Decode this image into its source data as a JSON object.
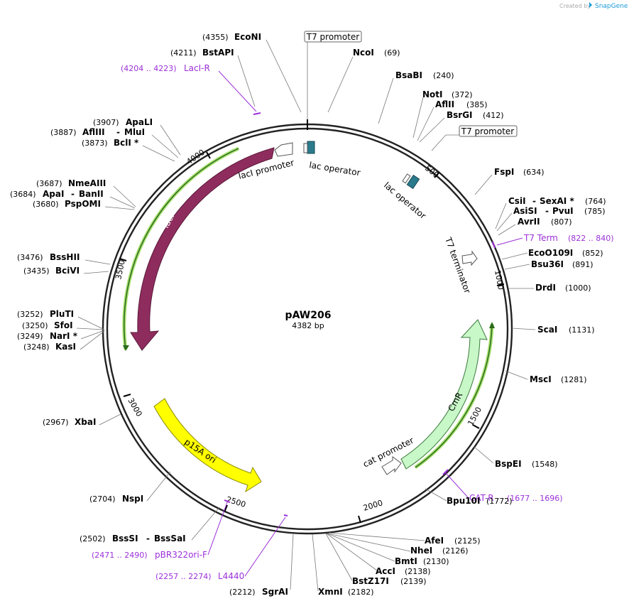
{
  "brand": {
    "text": "Created by",
    "name": "SnapGene",
    "color": "#1a9ad6"
  },
  "plasmid": {
    "name": "pAW206",
    "size": "4382 bp"
  },
  "colors": {
    "lacI": "#8f2c5e",
    "p15a": "#ffff00",
    "cmr": "#c8f7c8",
    "operator": "#2a7a8c",
    "primer": "#9b30d9",
    "orf": "#7ccc2a"
  },
  "ticks": [
    "500",
    "1000",
    "1500",
    "2000",
    "2500",
    "3000",
    "3500",
    "4000"
  ],
  "features": {
    "laci": "lacI",
    "laci_promoter": "lacI promoter",
    "lac_operator_1": "lac operator",
    "lac_operator_2": "lac operator",
    "t7_promoter_1": "T7 promoter",
    "t7_promoter_2": "T7 promoter",
    "t7_terminator": "T7 terminator",
    "cmr": "CmR",
    "cat_promoter": "cat promoter",
    "p15a_ori": "p15A ori"
  },
  "enzymes": [
    {
      "name": "EcoNI",
      "pos": "(4355)"
    },
    {
      "name": "BstAPI",
      "pos": "(4211)"
    },
    {
      "name": "ApaLI",
      "pos": "(3907)"
    },
    {
      "name": "AflIII",
      "name2": "MluI",
      "pos": "(3887)"
    },
    {
      "name": "BclI *",
      "pos": "(3873)"
    },
    {
      "name": "NmeAIII",
      "pos": "(3687)"
    },
    {
      "name": "ApaI",
      "name2": "BanII",
      "pos": "(3684)"
    },
    {
      "name": "PspOMI",
      "pos": "(3680)"
    },
    {
      "name": "BssHII",
      "pos": "(3476)"
    },
    {
      "name": "BciVI",
      "pos": "(3435)"
    },
    {
      "name": "PluTI",
      "pos": "(3252)"
    },
    {
      "name": "SfoI",
      "pos": "(3250)"
    },
    {
      "name": "NarI *",
      "pos": "(3249)"
    },
    {
      "name": "KasI",
      "pos": "(3248)"
    },
    {
      "name": "XbaI",
      "pos": "(2967)"
    },
    {
      "name": "NspI",
      "pos": "(2704)"
    },
    {
      "name": "BssSI",
      "name2": "BssSaI",
      "pos": "(2502)"
    },
    {
      "name": "SgrAI",
      "pos": "(2212)"
    },
    {
      "name": "XmnI",
      "pos": "(2182)"
    },
    {
      "name": "BstZ17I",
      "pos": "(2139)"
    },
    {
      "name": "AccI",
      "pos": "(2138)"
    },
    {
      "name": "BmtI",
      "pos": "(2130)"
    },
    {
      "name": "NheI",
      "pos": "(2126)"
    },
    {
      "name": "AfeI",
      "pos": "(2125)"
    },
    {
      "name": "Bpu10I",
      "pos": "(1772)"
    },
    {
      "name": "BspEI",
      "pos": "(1548)"
    },
    {
      "name": "MscI",
      "pos": "(1281)"
    },
    {
      "name": "ScaI",
      "pos": "(1131)"
    },
    {
      "name": "DrdI",
      "pos": "(1000)"
    },
    {
      "name": "Bsu36I",
      "pos": "(891)"
    },
    {
      "name": "EcoO109I",
      "pos": "(852)"
    },
    {
      "name": "AvrII",
      "pos": "(807)"
    },
    {
      "name": "AsiSI",
      "name2": "PvuI",
      "pos": "(785)"
    },
    {
      "name": "CsiI",
      "name2": "SexAI *",
      "pos": "(764)"
    },
    {
      "name": "FspI",
      "pos": "(634)"
    },
    {
      "name": "BsrGI",
      "pos": "(412)"
    },
    {
      "name": "AflII",
      "pos": "(385)"
    },
    {
      "name": "NotI",
      "pos": "(372)"
    },
    {
      "name": "BsaBI",
      "pos": "(240)"
    },
    {
      "name": "NcoI",
      "pos": "(69)"
    }
  ],
  "primers": [
    {
      "name": "LacI-R",
      "pos": "(4204 .. 4223)"
    },
    {
      "name": "T7 Term",
      "pos": "(822 .. 840)"
    },
    {
      "name": "CAT-R",
      "pos": "(1677 .. 1696)"
    },
    {
      "name": "pBR322ori-F",
      "pos": "(2471 .. 2490)"
    },
    {
      "name": "L4440",
      "pos": "(2257 .. 2274)"
    }
  ]
}
